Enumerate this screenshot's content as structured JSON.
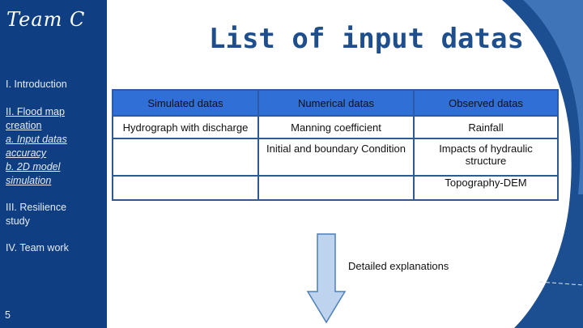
{
  "sidebar": {
    "team": "Team C",
    "nav": {
      "intro": "I. Introduction",
      "flood_line1": "II. Flood map",
      "flood_line2": "creation",
      "input_line1": "a. Input datas",
      "input_line2": "accuracy",
      "sim_line1": "b. 2D model",
      "sim_line2": "simulation",
      "resilience_line1": "III. Resilience",
      "resilience_line2": "study",
      "teamwork": "IV. Team work"
    },
    "page_number": "5"
  },
  "title": "List of input datas",
  "table": {
    "headers": [
      "Simulated datas",
      "Numerical datas",
      "Observed datas"
    ],
    "rows": [
      [
        "Hydrograph with discharge",
        "Manning coefficient",
        "Rainfall"
      ],
      [
        "",
        "Initial and boundary Condition",
        "Impacts of hydraulic structure"
      ],
      [
        "",
        "",
        "Topography-DEM"
      ]
    ]
  },
  "caption": "Detailed explanations",
  "colors": {
    "sidebar": "#0f3e82",
    "title": "#1f4e8c",
    "header_fill": "#2f6fd6",
    "arrow_fill": "#bed3ee",
    "arrow_stroke": "#4f7fb8"
  }
}
